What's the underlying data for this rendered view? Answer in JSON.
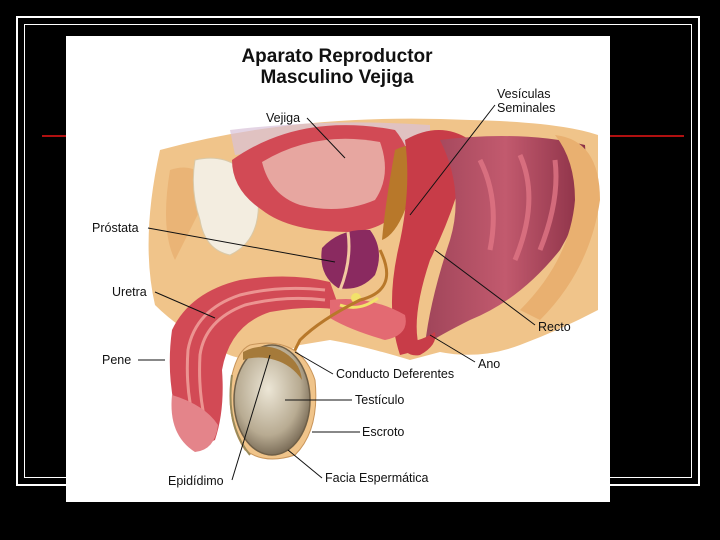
{
  "title": {
    "line1": "Aparato Reproductor",
    "line2": "Masculino Vejiga"
  },
  "labels": {
    "vejiga": "Vejiga",
    "vesiculas_1": "Vesículas",
    "vesiculas_2": "Seminales",
    "prostata": "Próstata",
    "uretra": "Uretra",
    "pene": "Pene",
    "recto": "Recto",
    "ano": "Ano",
    "conducto": "Conducto Deferentes",
    "testiculo": "Testículo",
    "escroto": "Escroto",
    "epididimo": "Epidídimo",
    "facia": "Facia Espermática"
  },
  "colors": {
    "background": "#000000",
    "panel": "#ffffff",
    "accent_line": "#b01010",
    "tissue": "#f0c48a",
    "muscle": "#d24a55",
    "bladder": "#c96670",
    "prostate": "#8a2a60"
  }
}
